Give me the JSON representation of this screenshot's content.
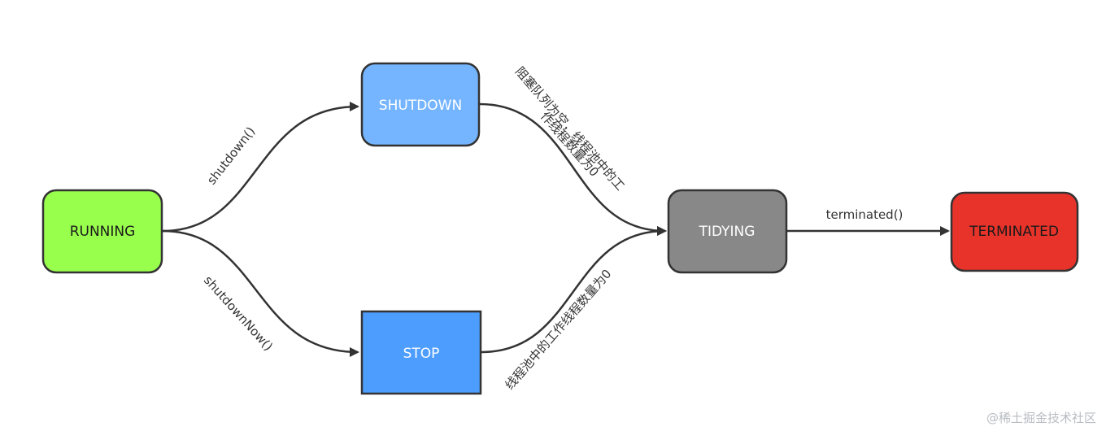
{
  "states": {
    "running": {
      "label": "RUNNING",
      "fill": "#99ff4d",
      "text_color": "#1a1a1a"
    },
    "shutdown": {
      "label": "SHUTDOWN",
      "fill": "#75b5ff",
      "text_color": "#ffffff"
    },
    "stop": {
      "label": "STOP",
      "fill": "#4d9dff",
      "text_color": "#ffffff"
    },
    "tidying": {
      "label": "TIDYING",
      "fill": "#888888",
      "text_color": "#ffffff"
    },
    "terminated": {
      "label": "TERMINATED",
      "fill": "#e8332a",
      "text_color": "#1a1a1a"
    }
  },
  "transitions": {
    "running_to_shutdown": {
      "label": "shutdown()"
    },
    "running_to_stop": {
      "label": "shutdownNow()"
    },
    "shutdown_to_tidying": {
      "line1": "阻塞队列为空，线程池中的工",
      "line2": "作线程数量为0"
    },
    "stop_to_tidying": {
      "label": "线程池中的工作线程数量为0"
    },
    "tidying_to_terminated": {
      "label": "terminated()"
    }
  },
  "colors": {
    "stroke": "#333333",
    "arrow": "#333333"
  },
  "watermark": "@稀土掘金技术社区"
}
